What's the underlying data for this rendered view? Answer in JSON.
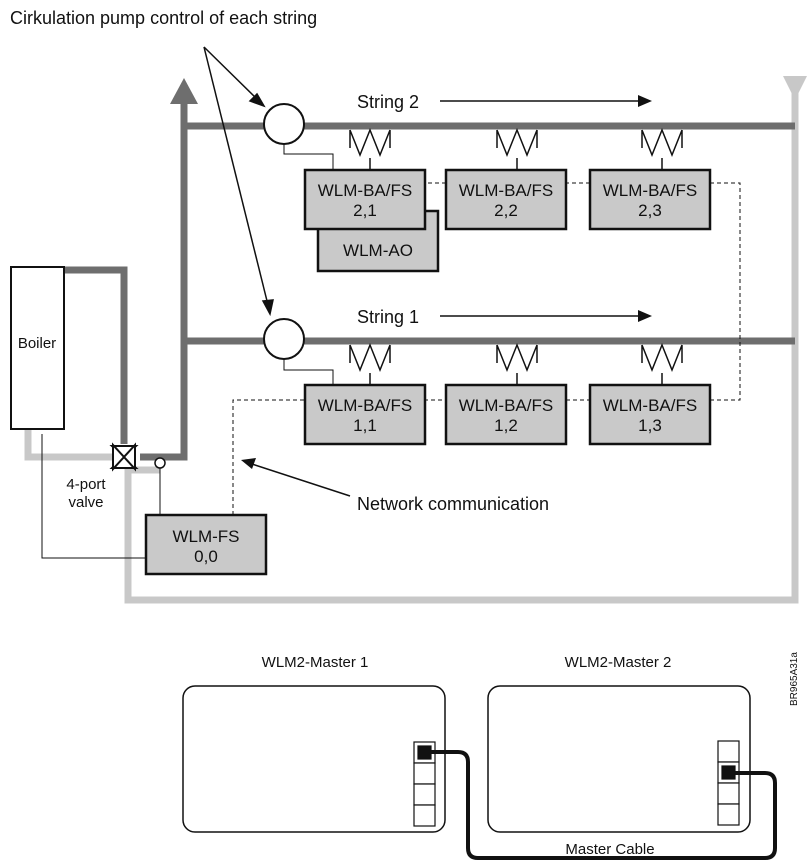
{
  "header": {
    "caption": "Cirkulation pump control of each string"
  },
  "strings": {
    "string2_label": "String 2",
    "string1_label": "String 1"
  },
  "boiler": {
    "label": "Boiler"
  },
  "valve": {
    "label_line1": "4-port",
    "label_line2": "valve"
  },
  "network": {
    "label": "Network communication"
  },
  "units": {
    "u21": {
      "line1": "WLM-BA/FS",
      "line2": "2,1"
    },
    "u22": {
      "line1": "WLM-BA/FS",
      "line2": "2,2"
    },
    "u23": {
      "line1": "WLM-BA/FS",
      "line2": "2,3"
    },
    "ao": {
      "line1": "WLM-AO"
    },
    "u11": {
      "line1": "WLM-BA/FS",
      "line2": "1,1"
    },
    "u12": {
      "line1": "WLM-BA/FS",
      "line2": "1,2"
    },
    "u13": {
      "line1": "WLM-BA/FS",
      "line2": "1,3"
    },
    "fs": {
      "line1": "WLM-FS",
      "line2": "0,0"
    }
  },
  "masters": {
    "master1": "WLM2-Master 1",
    "master2": "WLM2-Master 2",
    "cable": "Master Cable"
  },
  "figure_code": "BR965A31a",
  "colors": {
    "pipe_dark": "#6e6e6e",
    "pipe_light": "#c8c8c8",
    "unit_fill": "#c9c9c9",
    "ink": "#111111"
  }
}
